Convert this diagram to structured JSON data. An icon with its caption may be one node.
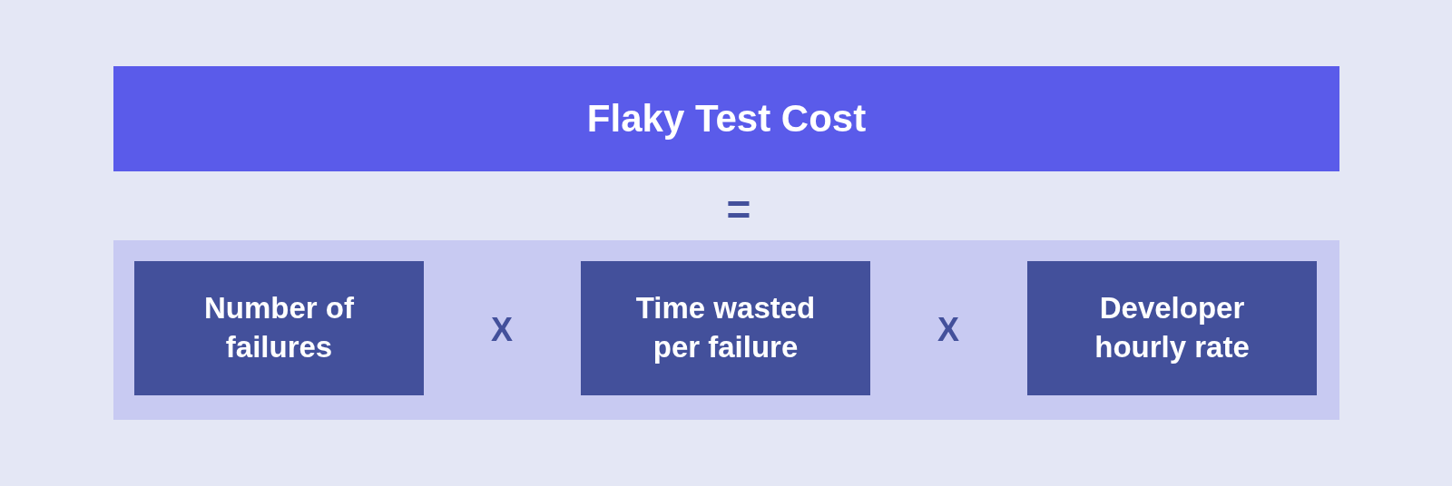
{
  "diagram": {
    "nodes": [
      {
        "text": [
          "Flaky Test Cost"
        ]
      },
      {
        "text": [],
        "shape": "box"
      },
      {
        "text": [
          "Number of failures"
        ],
        "in": 1
      },
      {
        "text": [
          "Time wasted per failure"
        ],
        "in": 1
      },
      {
        "text": [
          "Developer hourly rate"
        ],
        "in": 1
      }
    ],
    "edges": [],
    "labels": [
      "=",
      "X",
      "X"
    ]
  }
}
